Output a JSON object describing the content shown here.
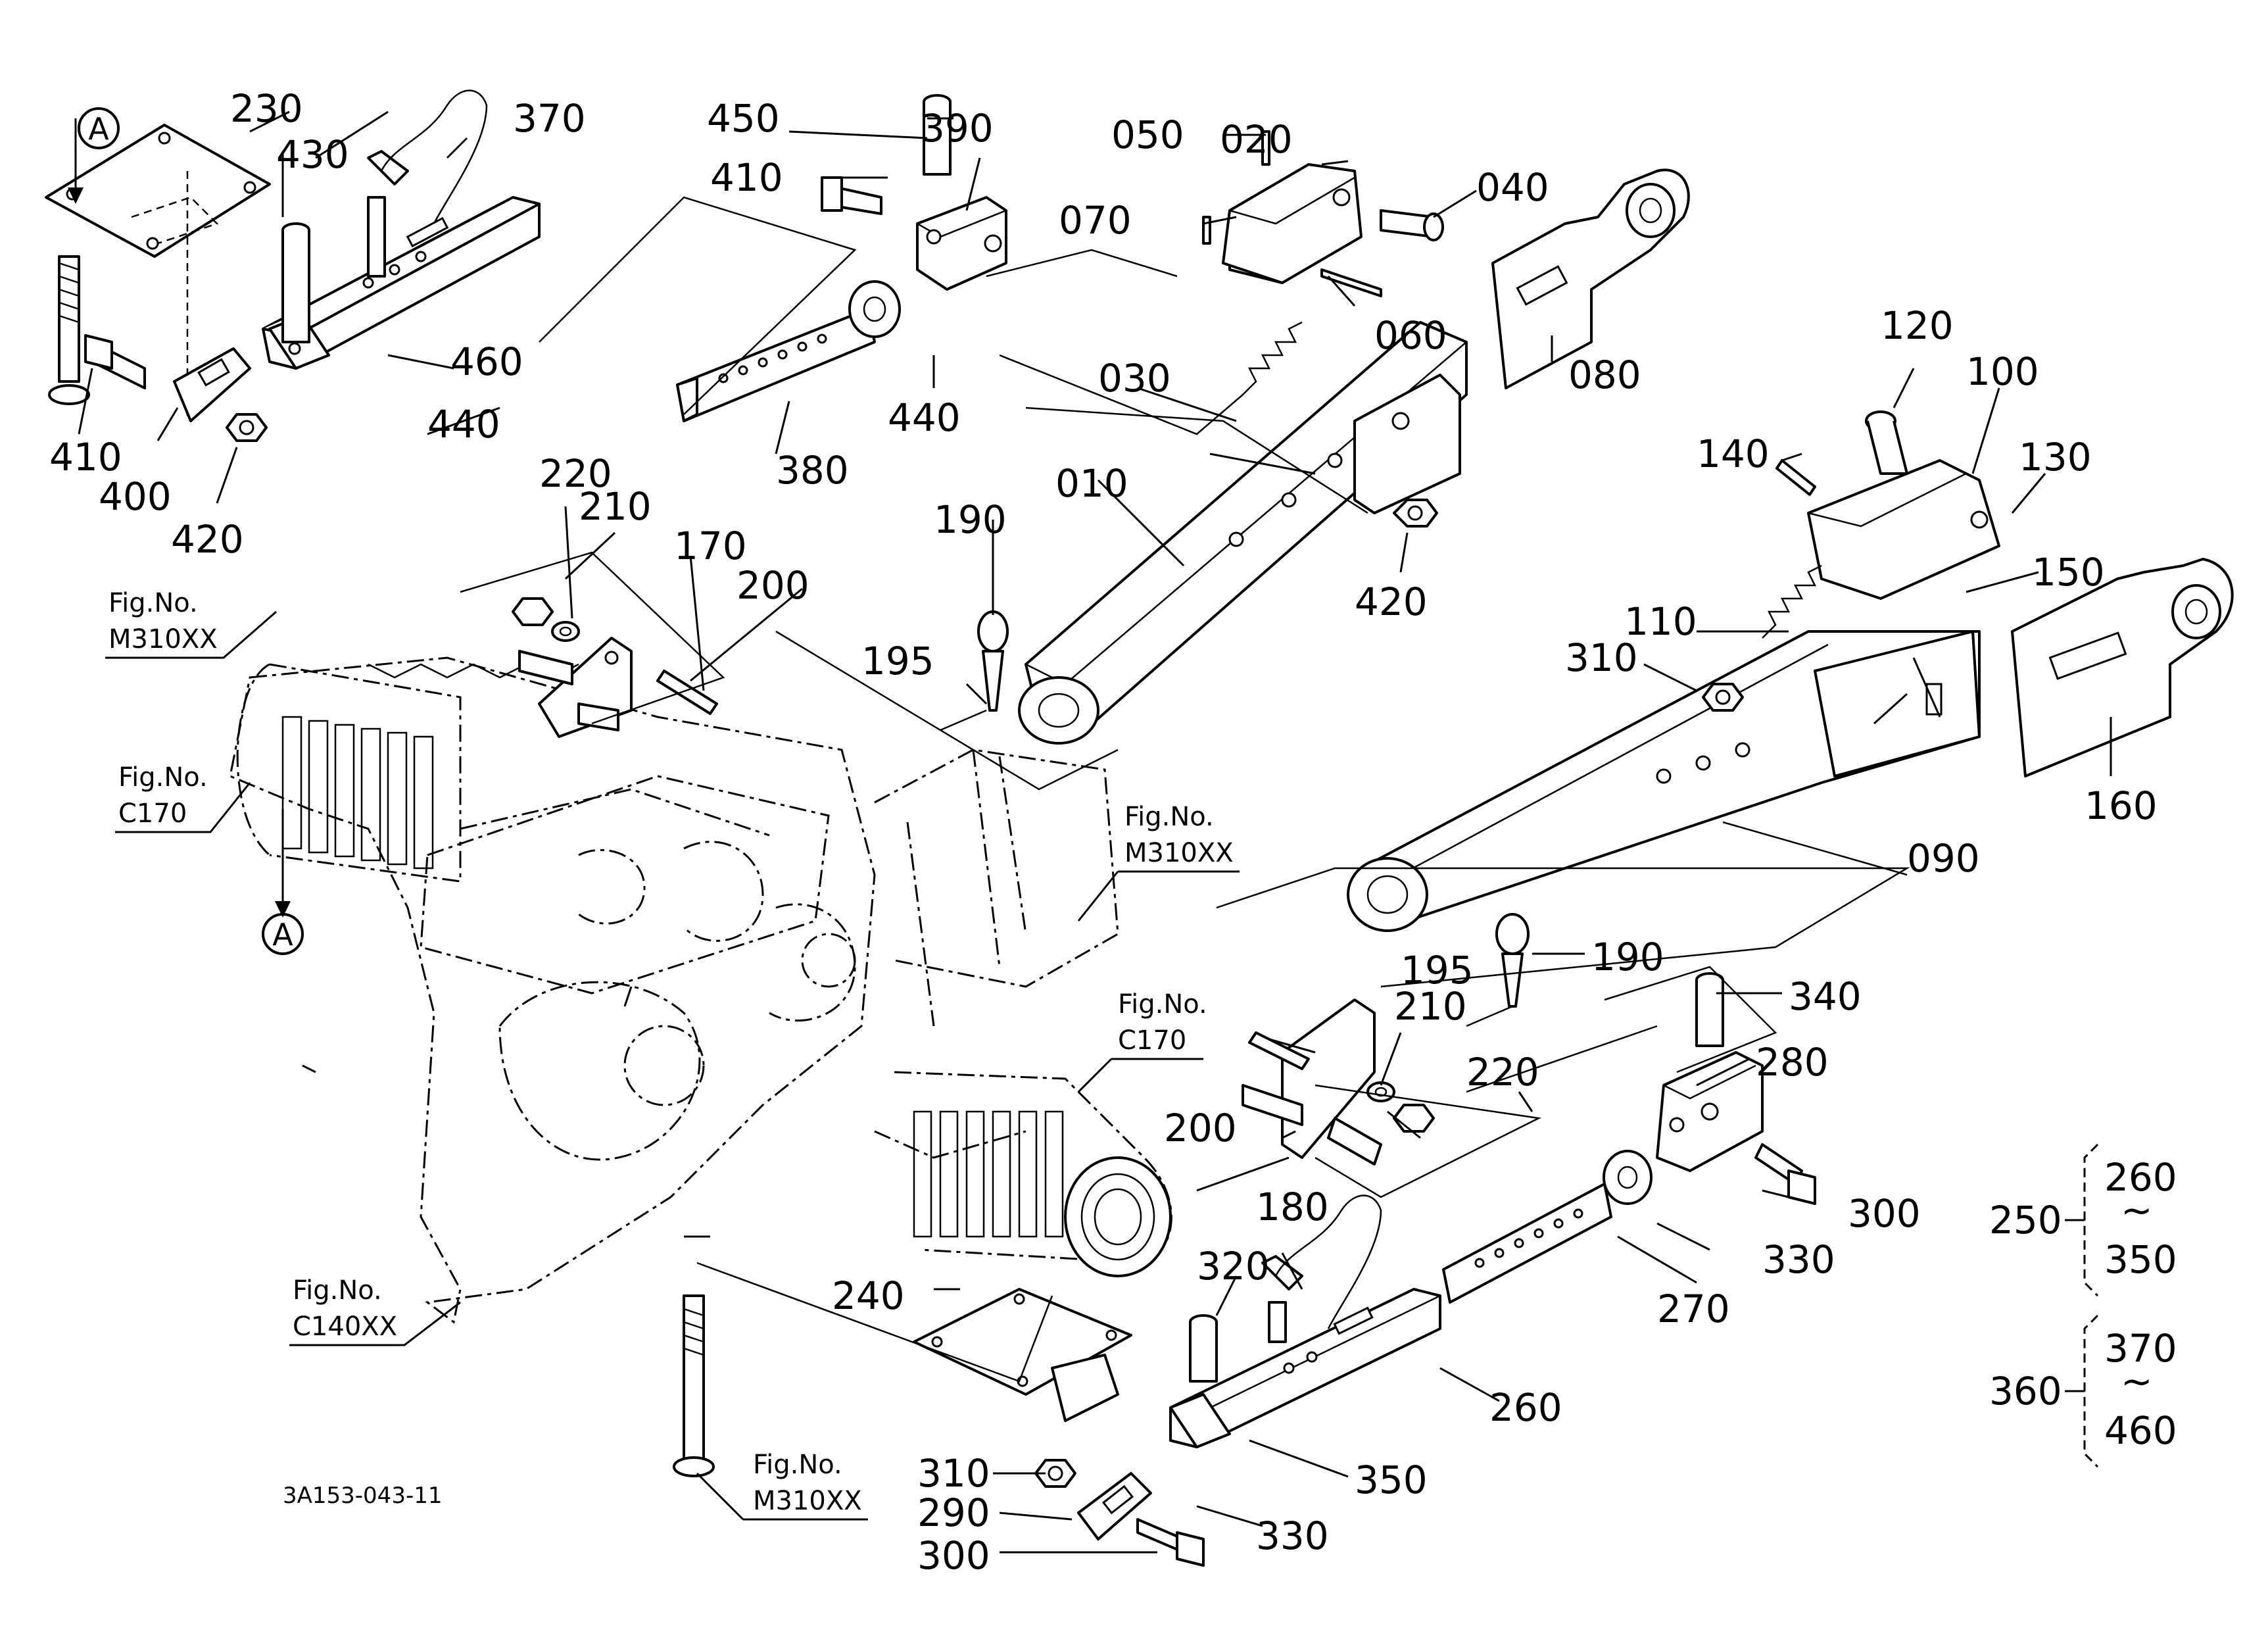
{
  "drawing_code": "3A153-043-11",
  "callout_marker": "A",
  "part_numbers": {
    "p010": "010",
    "p020": "020",
    "p030": "030",
    "p040": "040",
    "p050": "050",
    "p060": "060",
    "p070": "070",
    "p080": "080",
    "p090": "090",
    "p100": "100",
    "p110": "110",
    "p120": "120",
    "p130": "130",
    "p140": "140",
    "p150": "150",
    "p160": "160",
    "p170": "170",
    "p180": "180",
    "p190": "190",
    "p195": "195",
    "p200": "200",
    "p210": "210",
    "p220": "220",
    "p230": "230",
    "p240": "240",
    "p250": "250",
    "p260": "260",
    "p270": "270",
    "p280": "280",
    "p290": "290",
    "p300": "300",
    "p310": "310",
    "p320": "320",
    "p330": "330",
    "p340": "340",
    "p350": "350",
    "p360": "360",
    "p370": "370",
    "p380": "380",
    "p390": "390",
    "p400": "400",
    "p410": "410",
    "p420": "420",
    "p430": "430",
    "p440": "440",
    "p450": "450",
    "p460": "460"
  },
  "figure_refs": {
    "fig_label": "Fig.No.",
    "m310xx": "M310XX",
    "c170": "C170",
    "c140xx": "C140XX"
  },
  "range_groups": {
    "tilde": "~"
  }
}
